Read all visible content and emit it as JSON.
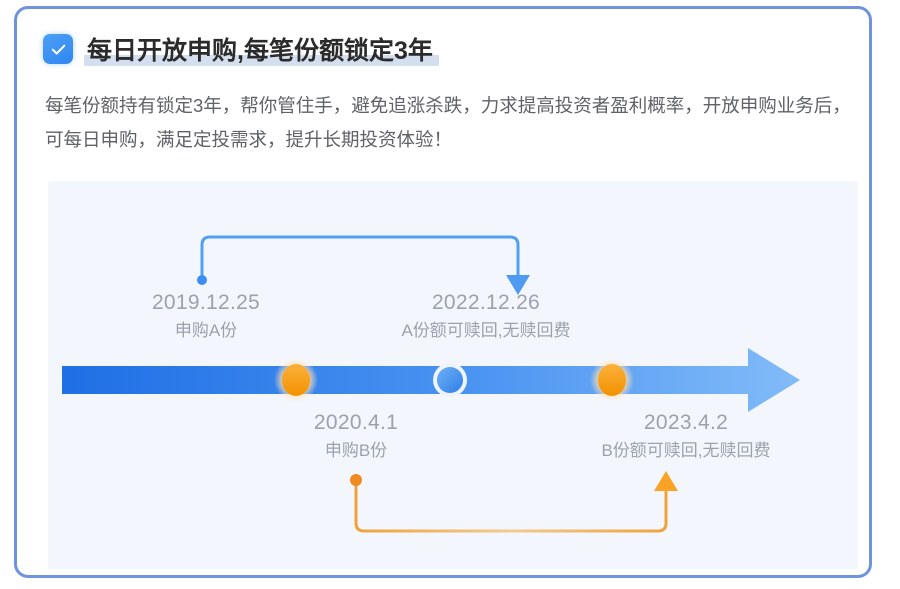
{
  "card": {
    "border_color": "#6f93dd",
    "background": "#ffffff"
  },
  "header": {
    "checkbox_icon": "checkbox-checked-icon",
    "checkbox_color": "#2f86f0",
    "title": "每日开放申购,每笔份额锁定3年",
    "highlight_color": "#d3dfee"
  },
  "body": {
    "paragraph": "每笔份额持有锁定3年，帮你管住手，避免追涨杀跌，力求提高投资者盈利概率，开放申购业务后，可每日申购，满足定投需求，提升长期投资体验！"
  },
  "panel": {
    "background": "#f4f6fd"
  },
  "chart_data": {
    "type": "timeline",
    "title": "每日开放申购,每笔份额锁定3年",
    "axis_label": "",
    "arrow_colors": {
      "start": "#1f6fe5",
      "end": "#7db7f7"
    },
    "events": [
      {
        "id": "a-subscribe",
        "date": "2019.12.25",
        "note": "申购A份",
        "position": "above",
        "marker": "dot",
        "marker_color": "#3d8ef0",
        "on_axis": false
      },
      {
        "id": "a-redeem",
        "date": "2022.12.26",
        "note": "A份额可赎回,无赎回费",
        "position": "above",
        "marker": "arrowhead",
        "marker_color": "#4f9bf2",
        "on_axis": false
      },
      {
        "id": "b-subscribe",
        "date": "2020.4.1",
        "note": "申购B份",
        "position": "below",
        "marker": "dot",
        "marker_color": "#f59a1e",
        "on_axis": false
      },
      {
        "id": "b-redeem",
        "date": "2023.4.2",
        "note": "B份额可赎回,无赎回费",
        "position": "below",
        "marker": "arrowhead",
        "marker_color": "#f59a1e",
        "on_axis": false
      }
    ],
    "axis_markers": [
      {
        "id": "marker-a-subscribe",
        "color": "#f59a1e",
        "type": "orange-node"
      },
      {
        "id": "marker-b-checkpoint",
        "color": "#3d8ef0",
        "type": "blue-node"
      },
      {
        "id": "marker-b-redeem",
        "color": "#f59a1e",
        "type": "orange-node"
      }
    ],
    "connectors": [
      {
        "id": "connector-a",
        "color": "#4f9bf2",
        "from": "2019.12.25",
        "to": "2022.12.26",
        "side": "above",
        "lock_years": 3
      },
      {
        "id": "connector-b",
        "color": "#f0a94a",
        "from": "2020.4.1",
        "to": "2023.4.2",
        "side": "below",
        "lock_years": 3
      }
    ]
  }
}
